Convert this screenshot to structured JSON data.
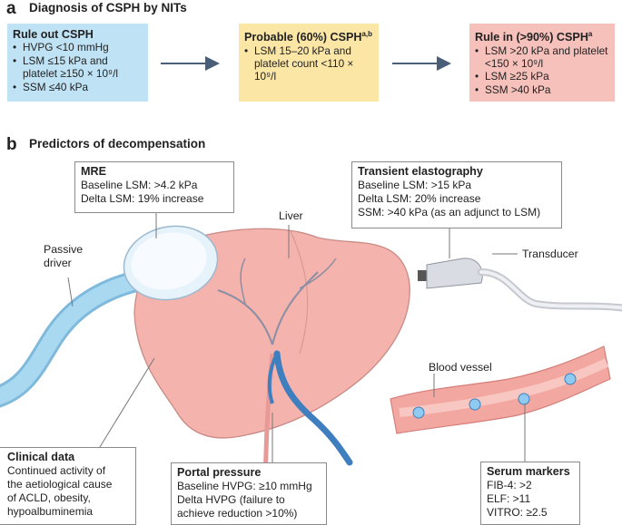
{
  "panel_a": {
    "letter": "a",
    "title": "Diagnosis of CSPH by NITs",
    "boxes": [
      {
        "title": "Rule out CSPH",
        "title_sup": "",
        "bullets": [
          "HVPG <10 mmHg",
          "LSM ≤15 kPa and platelet ≥150 × 10⁹/l",
          "SSM ≤40 kPa"
        ],
        "color": "#bfe3f5"
      },
      {
        "title": "Probable (60%) CSPH",
        "title_sup": "a,b",
        "bullets": [
          "LSM 15–20 kPa and platelet count <110 × 10⁹/l"
        ],
        "color": "#fbe6a6"
      },
      {
        "title": "Rule in (>90%) CSPH",
        "title_sup": "a",
        "bullets": [
          "LSM >20 kPa and platelet <150 × 10⁹/l",
          "LSM ≥25 kPa",
          "SSM >40 kPa"
        ],
        "color": "#f6c0bb"
      }
    ]
  },
  "panel_b": {
    "letter": "b",
    "title": "Predictors of decompensation",
    "labels": {
      "passive_driver": "Passive driver",
      "liver": "Liver",
      "transducer": "Transducer",
      "blood_vessel": "Blood vessel"
    },
    "mre": {
      "title": "MRE",
      "lines": [
        "Baseline LSM: >4.2 kPa",
        "Delta LSM: 19% increase"
      ]
    },
    "transient_elastography": {
      "title": "Transient elastography",
      "lines": [
        "Baseline LSM: >15 kPa",
        "Delta LSM: 20% increase",
        "SSM: >40 kPa (as an adjunct to LSM)"
      ]
    },
    "clinical_data": {
      "title": "Clinical data",
      "lines": [
        "Continued activity of",
        "the aetiological cause",
        "of ACLD, obesity,",
        "hypoalbuminemia"
      ]
    },
    "portal_pressure": {
      "title": "Portal pressure",
      "lines": [
        "Baseline HVPG: ≥10 mmHg",
        "Delta HVPG (failure to",
        "achieve reduction >10%)"
      ]
    },
    "serum_markers": {
      "title": "Serum markers",
      "lines": [
        "FIB-4: >2",
        "ELF: >11",
        "VITRO: ≥2.5"
      ]
    }
  },
  "colors": {
    "liver": "#f4b3ad",
    "liver_outline": "#c98a85",
    "vessel": "#f3a7a1",
    "driver_tube": "#9bd1ee",
    "portal_vein": "#3f7fbf",
    "arrow": "#4a5e78"
  }
}
